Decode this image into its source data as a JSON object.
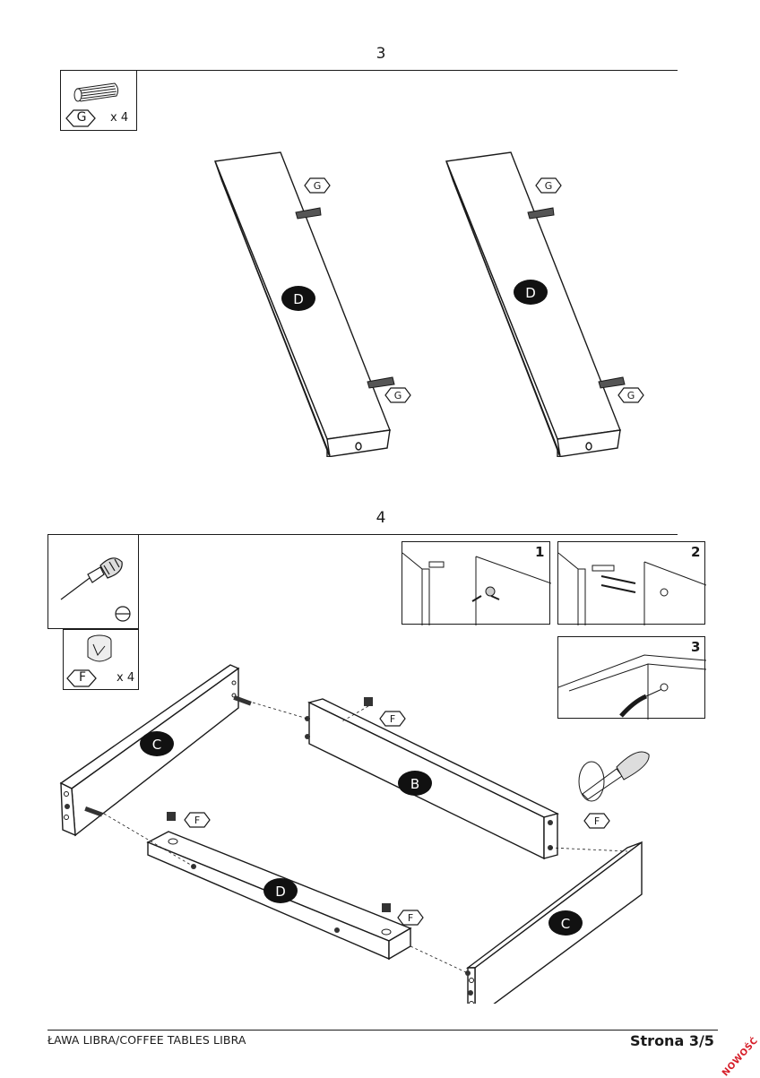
{
  "step3": {
    "number": "3",
    "part_box": {
      "part_label": "G",
      "quantity": "x 4",
      "icon": "dowel-icon"
    },
    "callouts": {
      "panel_label": "D",
      "dowel_label": "G"
    }
  },
  "step4": {
    "number": "4",
    "tool_box": {
      "icon": "screwdriver-icon",
      "tip": "flat-head-symbol-icon"
    },
    "part_box": {
      "part_label": "F",
      "quantity": "x 4",
      "icon": "cam-lock-icon"
    },
    "insets": [
      "1",
      "2",
      "3"
    ],
    "labels": {
      "side": "C",
      "back": "B",
      "front": "D",
      "camlock": "F"
    }
  },
  "footer": {
    "left": "ŁAWA LIBRA/COFFEE TABLES LIBRA",
    "right": "Strona 3/5",
    "badge": "NOWOŚĆ"
  }
}
